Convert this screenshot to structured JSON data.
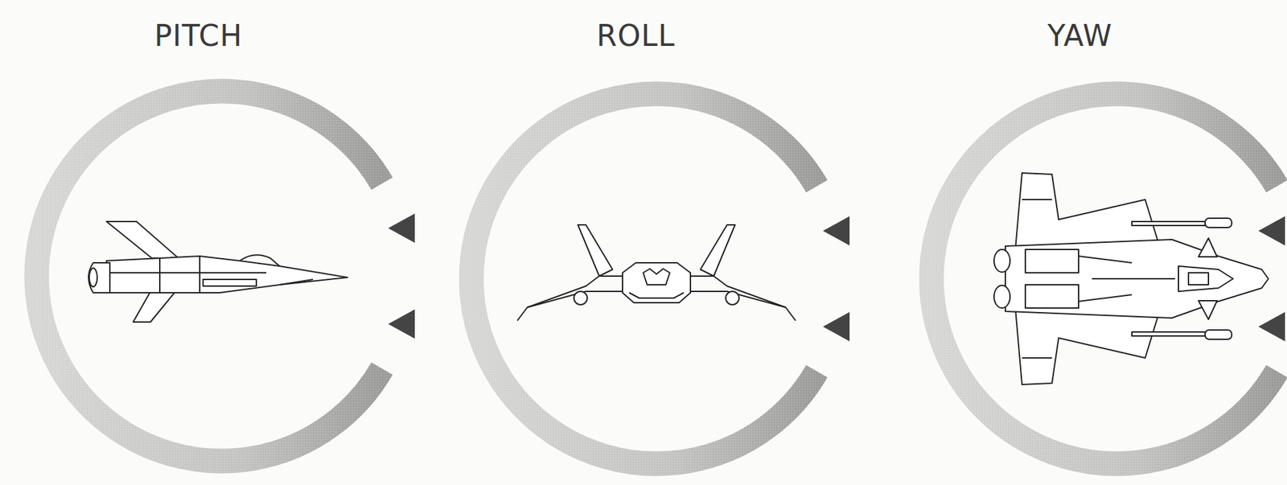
{
  "diagram": {
    "nodes": [
      {
        "text": [
          "PITCH"
        ]
      },
      {
        "text": [
          "ROLL"
        ]
      },
      {
        "text": [
          "YAW"
        ]
      }
    ]
  }
}
